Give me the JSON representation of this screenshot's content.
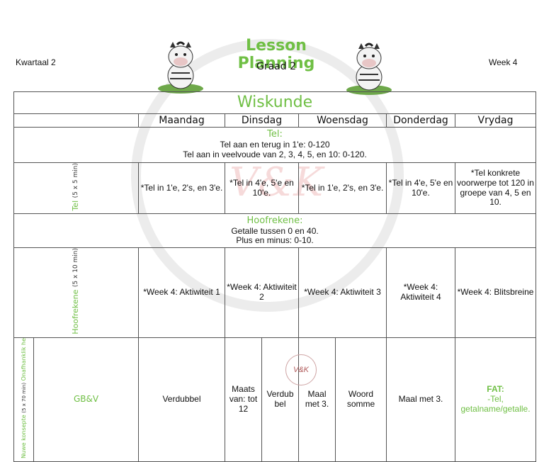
{
  "header": {
    "term": "Kwartaal 2",
    "title": "Lesson Planning",
    "grade": "Graad 2",
    "week": "Week 4"
  },
  "subject": "Wiskunde",
  "days": [
    "Maandag",
    "Dinsdag",
    "Woensdag",
    "Donderdag",
    "Vrydag"
  ],
  "tel": {
    "heading": "Tel:",
    "line1": "Tel aan en terug in 1'e: 0-120",
    "line2": "Tel aan in veelvoude van 2, 3, 4, 5, en 10: 0-120.",
    "row_label": "Tel",
    "row_sub": "(5 x 5 min)",
    "mon": "*Tel in 1'e, 2's, en 3'e.",
    "tue": "*Tel in 4'e, 5'e en 10'e.",
    "wed": "*Tel in 1'e, 2's, en 3'e.",
    "thu": "*Tel in 4'e, 5'e en 10'e.",
    "fri": "*Tel konkrete voorwerpe tot 120 in groepe van 4, 5 en 10."
  },
  "hoof": {
    "heading": "Hoofrekene:",
    "line1": "Getalle tussen 0 en 40.",
    "line2": "Plus en minus: 0-10.",
    "row_label": "Hoofrekene",
    "row_sub": "(5 x 10 min)",
    "mon": "*Week 4: Aktiwiteit 1",
    "tue": "*Week 4: Aktiwiteit 2",
    "wed": "*Week 4: Aktiwiteit 3",
    "thu": "*Week 4: Aktiwiteit 4",
    "fri": "*Week 4: Blitsbreine"
  },
  "nuwe": {
    "row_label": "Nuwe konsepte",
    "row_sub": "(5 x 70 min)",
    "row_label2": "Onafhanklik he",
    "topic": "GB&V",
    "mon": "Verdubbel",
    "tue_a": "Maats van: tot 12",
    "tue_b": "Verdub bel",
    "wed_a": "Maal met 3.",
    "wed_b": "Woord somme",
    "thu": "Maal met 3.",
    "fri_title": "FAT:",
    "fri_body": "-Tel, getalname/getalle."
  },
  "logo_text": "V&K"
}
